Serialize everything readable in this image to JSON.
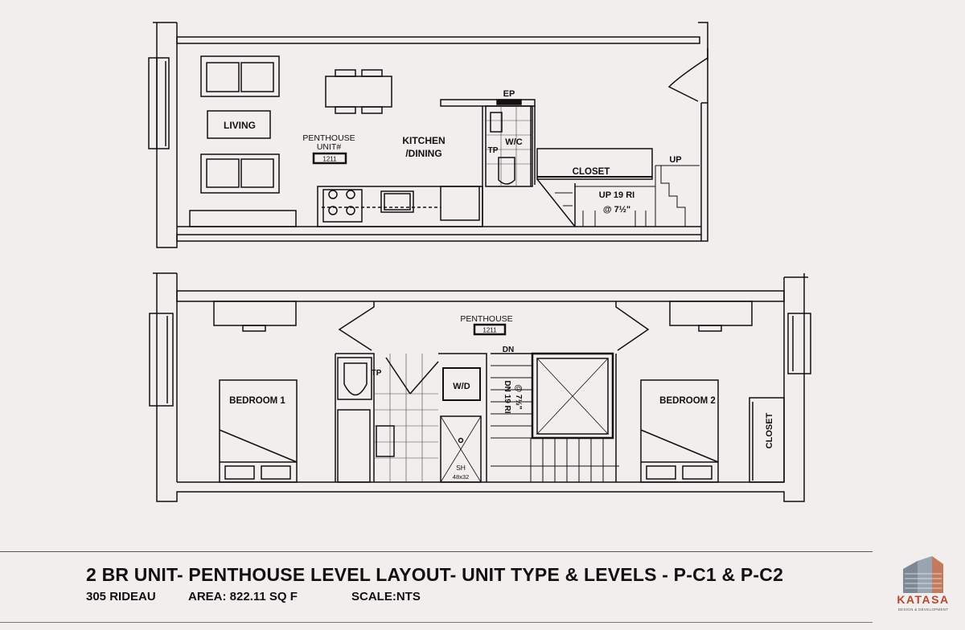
{
  "upper_floor": {
    "rooms": {
      "living": "LIVING",
      "penthouse_unit": "PENTHOUSE",
      "unit_hash": "UNIT#",
      "unit_number": "1211",
      "kitchen": "KITCHEN",
      "dining": "/DINING",
      "ep": "EP",
      "wc": "W/C",
      "tp": "TP",
      "closet": "CLOSET",
      "up": "UP",
      "stair_line1": "UP 19 RI",
      "stair_line2": "@ 7½\""
    }
  },
  "lower_floor": {
    "rooms": {
      "penthouse": "PENTHOUSE",
      "unit_number": "1211",
      "dn": "DN",
      "tp": "TP",
      "wd": "W/D",
      "bedroom1": "BEDROOM 1",
      "bedroom2": "BEDROOM 2",
      "closet": "CLOSET",
      "stair_line1": "DN 19 RI",
      "stair_line2": "@ 7½\"",
      "sh": "SH",
      "sh_size": "48x32"
    }
  },
  "footer": {
    "title": "2 BR UNIT-  PENTHOUSE LEVEL LAYOUT-  UNIT TYPE & LEVELS - P-C1 & P-C2",
    "address": "305 RIDEAU",
    "area": "AREA: 822.11 SQ F",
    "scale": "SCALE:NTS",
    "brand": "KATASA",
    "brand_sub": "DESIGN & DEVELOPMENT"
  },
  "colors": {
    "background": "#f2eeee",
    "ink": "#111111",
    "brand": "#b8472f"
  }
}
